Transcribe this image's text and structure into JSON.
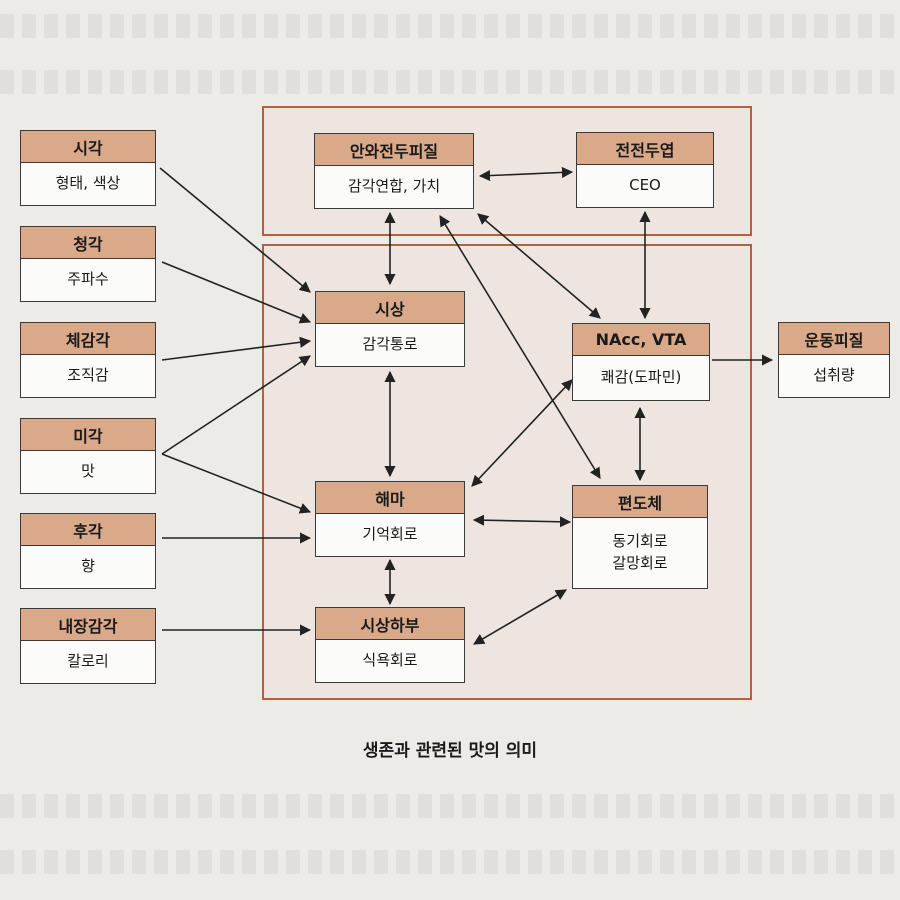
{
  "nodes": {
    "sight": {
      "title": "시각",
      "subtitle": "형태, 색상"
    },
    "hearing": {
      "title": "청각",
      "subtitle": "주파수"
    },
    "somatosensory": {
      "title": "체감각",
      "subtitle": "조직감"
    },
    "taste": {
      "title": "미각",
      "subtitle": "맛"
    },
    "smell": {
      "title": "후각",
      "subtitle": "향"
    },
    "visceral": {
      "title": "내장감각",
      "subtitle": "칼로리"
    },
    "insula": {
      "title": "안와전두피질",
      "subtitle": "감각연합, 가치"
    },
    "prefrontal": {
      "title": "전전두엽",
      "subtitle": "CEO"
    },
    "thalamus": {
      "title": "시상",
      "subtitle": "감각통로"
    },
    "nacc": {
      "title": "NAcc, VTA",
      "subtitle": "쾌감(도파민)"
    },
    "motor": {
      "title": "운동피질",
      "subtitle": "섭취량"
    },
    "hippocampus": {
      "title": "해마",
      "subtitle": "기억회로"
    },
    "amygdala": {
      "title": "편도체",
      "subtitle": "동기회로\n갈망회로"
    },
    "hypothalamus": {
      "title": "시상하부",
      "subtitle": "식욕회로"
    }
  },
  "caption": "생존과 관련된 맛의 의미",
  "colors": {
    "header_fill": "#d9a98a",
    "region_border": "#b0633a",
    "arrow": "#222222"
  }
}
